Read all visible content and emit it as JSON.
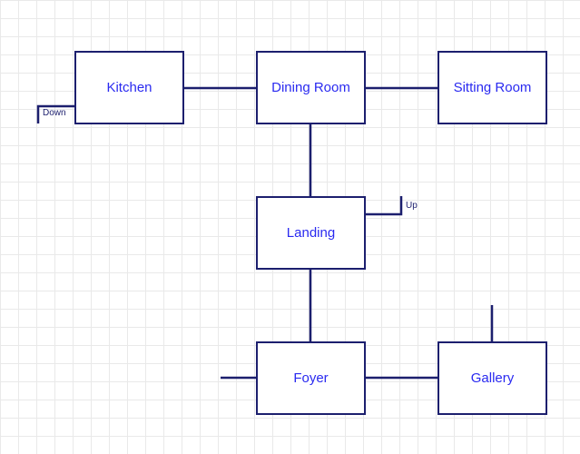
{
  "diagram": {
    "colors": {
      "line": "#1c1f6e",
      "room_text": "#2a2af0",
      "grid": "#e9e9e9",
      "background": "#ffffff"
    },
    "rooms": {
      "kitchen": "Kitchen",
      "dining_room": "Dining Room",
      "sitting_room": "Sitting Room",
      "landing": "Landing",
      "foyer": "Foyer",
      "gallery": "Gallery"
    },
    "stair_labels": {
      "down": "Down",
      "up": "Up"
    },
    "connections": [
      [
        "Kitchen",
        "Dining Room"
      ],
      [
        "Dining Room",
        "Sitting Room"
      ],
      [
        "Dining Room",
        "Landing"
      ],
      [
        "Landing",
        "Foyer"
      ],
      [
        "Foyer",
        "Gallery"
      ]
    ]
  }
}
